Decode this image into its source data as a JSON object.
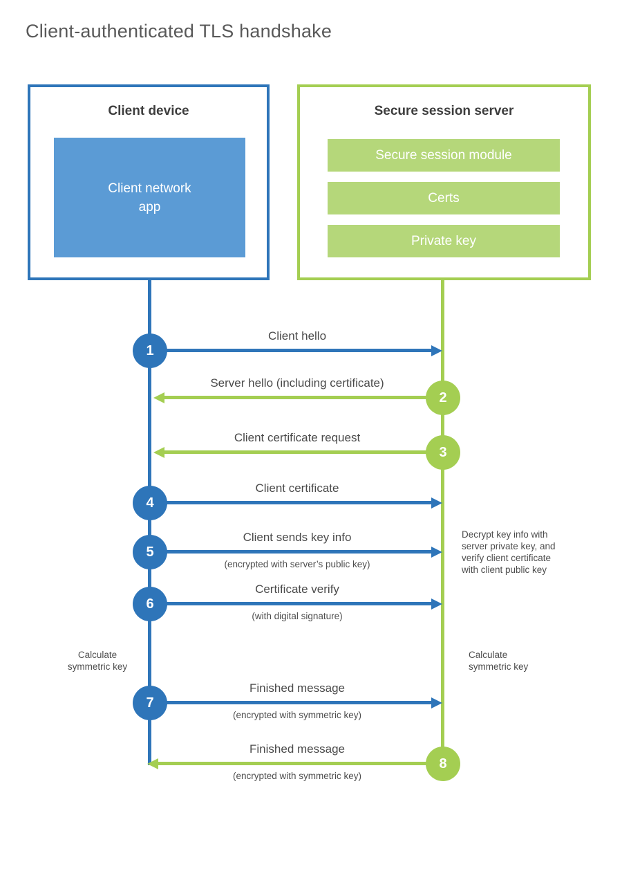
{
  "title": "Client-authenticated TLS handshake",
  "client": {
    "title": "Client device",
    "app_label": "Client network\napp"
  },
  "server": {
    "title": "Secure session server",
    "modules": [
      "Secure session module",
      "Certs",
      "Private key"
    ]
  },
  "steps": [
    {
      "num": "1",
      "label": "Client hello",
      "direction": "client-to-server",
      "color": "blue"
    },
    {
      "num": "2",
      "label": "Server hello (including certificate)",
      "direction": "server-to-client",
      "color": "green"
    },
    {
      "num": "3",
      "label": "Client certificate request",
      "direction": "server-to-client",
      "color": "green"
    },
    {
      "num": "4",
      "label": "Client certificate",
      "direction": "client-to-server",
      "color": "blue"
    },
    {
      "num": "5",
      "label": "Client sends key info",
      "sublabel": "(encrypted with server’s public key)",
      "direction": "client-to-server",
      "color": "blue"
    },
    {
      "num": "6",
      "label": "Certificate verify",
      "sublabel": "(with digital signature)",
      "direction": "client-to-server",
      "color": "blue"
    },
    {
      "num": "7",
      "label": "Finished message",
      "sublabel": "(encrypted with symmetric key)",
      "direction": "client-to-server",
      "color": "blue"
    },
    {
      "num": "8",
      "label": "Finished message",
      "sublabel": "(encrypted with symmetric key)",
      "direction": "server-to-client",
      "color": "green"
    }
  ],
  "annotations": {
    "decrypt_note": "Decrypt key info with\nserver private key, and\nverify client certificate\nwith client public key",
    "calculate_left": "Calculate\nsymmetric key",
    "calculate_right": "Calculate\nsymmetric key"
  },
  "colors": {
    "blue": "#2e75b9",
    "blue_fill": "#5b9bd5",
    "green": "#a4ce52",
    "green_fill": "#b5d77a"
  }
}
